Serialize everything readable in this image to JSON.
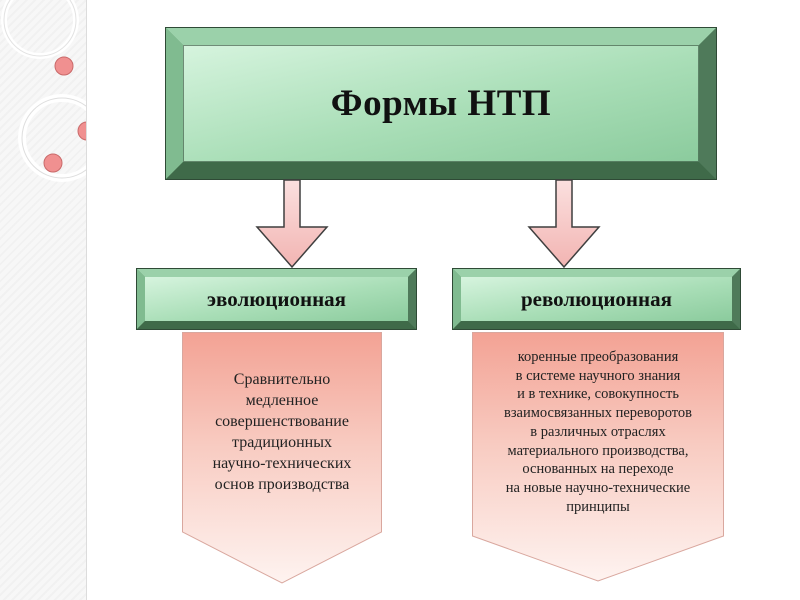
{
  "title": "Формы НТП",
  "branches": [
    {
      "label": "эволюционная",
      "lines": [
        "Сравнительно",
        "медленное",
        "совершенствование",
        "традиционных",
        "научно-технических",
        "основ производства"
      ]
    },
    {
      "label": "революционная",
      "lines": [
        "коренные преобразования",
        "в системе научного знания",
        "и в технике, совокупность",
        "взаимосвязанных переворотов",
        "в различных отраслях",
        "материального производства,",
        "основанных на переходе",
        "на новые научно-технические",
        "принципы"
      ]
    }
  ],
  "colors": {
    "box_green_light": "#d4f2dc",
    "box_green_dark": "#7fc192",
    "arrow_pink": "#f6c2c0",
    "arrow_stroke": "#3f3f3f",
    "panel_top": "#f29d90",
    "panel_bottom": "#fdf0ed",
    "decor_circle": "#f09090"
  }
}
